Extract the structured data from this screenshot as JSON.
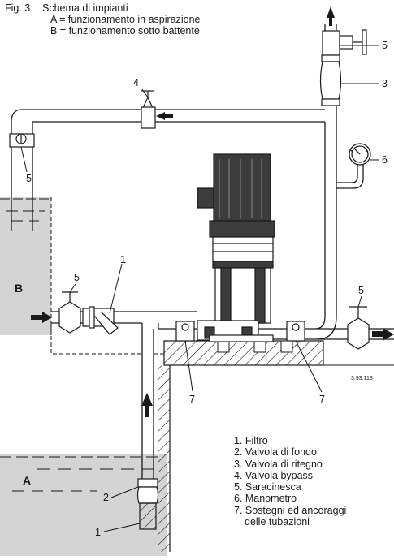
{
  "caption": {
    "figure": "Fig. 3",
    "title": "Schema di impianti",
    "line_a": "A = funzionamento in aspirazione",
    "line_b": "B = funzionamento sotto battente"
  },
  "tanks": {
    "upper": "B",
    "lower": "A"
  },
  "callouts": {
    "n1": "1",
    "n2": "2",
    "n3": "3",
    "n4": "4",
    "n5": "5",
    "n6": "6",
    "n7": "7"
  },
  "code": "3.93.113",
  "legend": [
    "1. Filtro",
    "2. Valvola di fondo",
    "3. Valvola di ritegno",
    "4. Valvola bypass",
    "5. Saracinesca",
    "6. Manometro",
    "7. Sostegni ed ancoraggi",
    "delle tubazioni"
  ],
  "colors": {
    "ink": "#1a1a1a",
    "water": "#d4d4d4",
    "motor": "#3c3c3c"
  }
}
